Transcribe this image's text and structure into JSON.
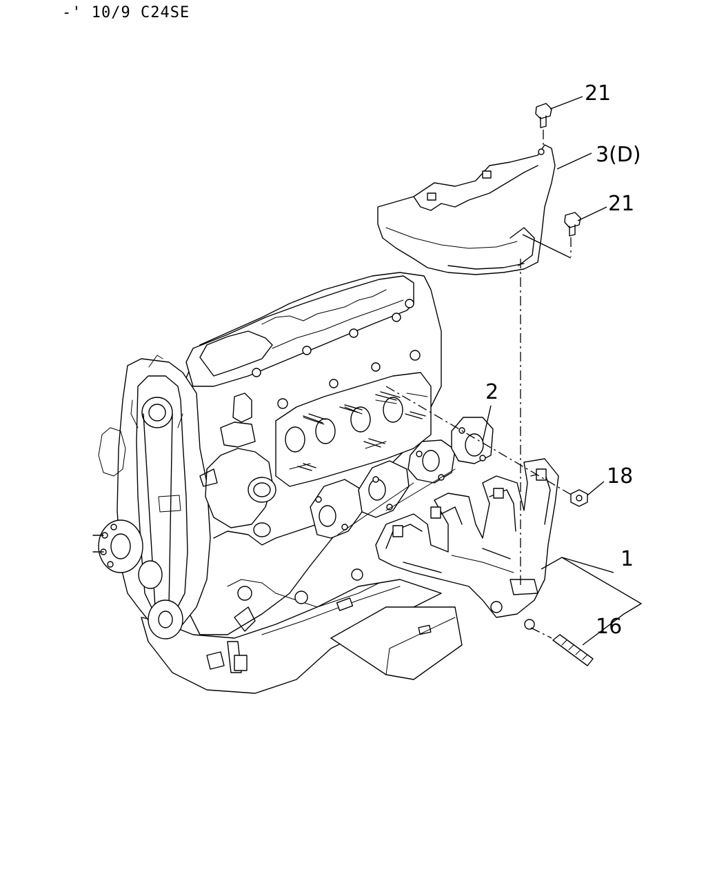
{
  "header": {
    "text": "-' 10/9 C24SE"
  },
  "callouts": {
    "c21_top": "21",
    "c3": "3(D)",
    "c21_mid": "21",
    "c2": "2",
    "c18": "18",
    "c1": "1",
    "c16": "16"
  }
}
